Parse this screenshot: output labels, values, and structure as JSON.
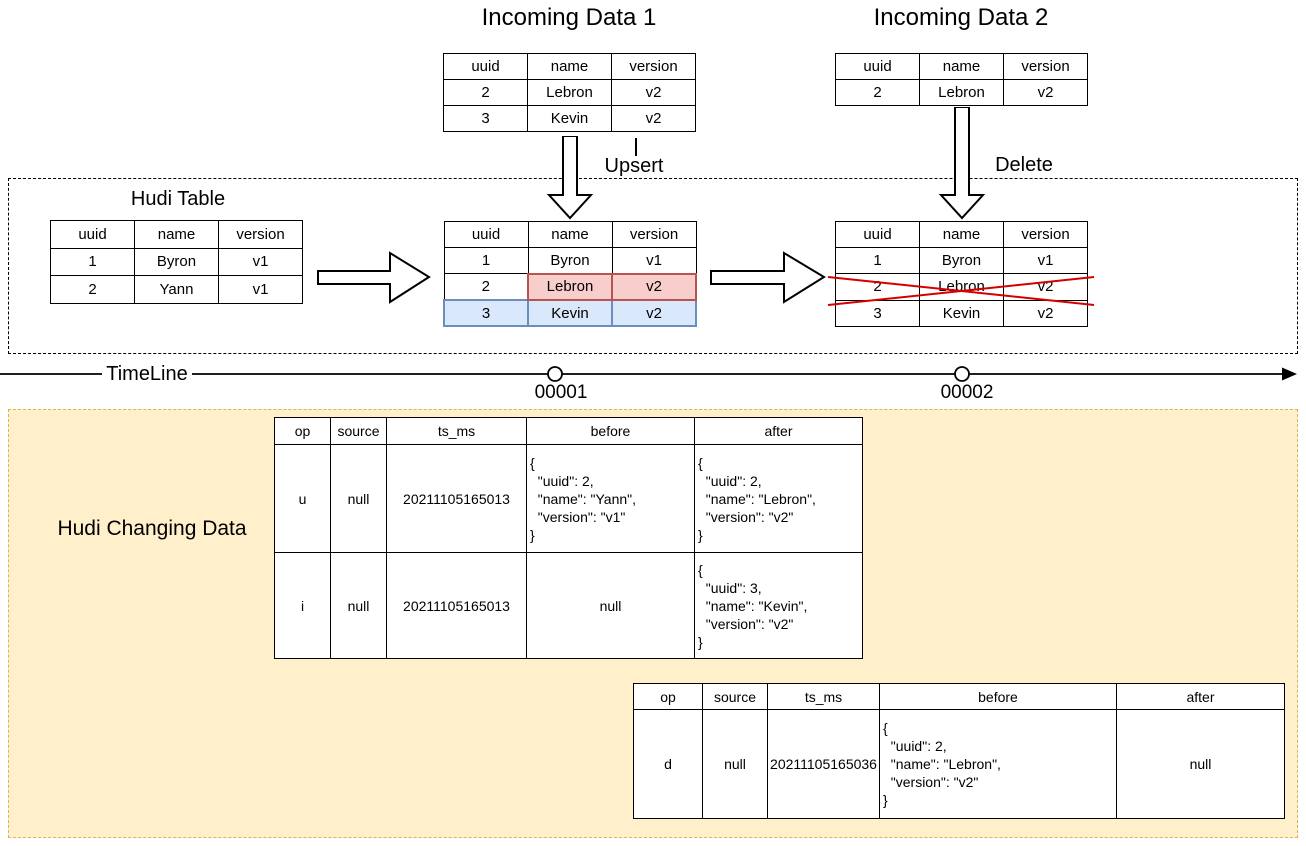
{
  "colors": {
    "highlight_update_fill": "#F8CECC",
    "highlight_update_stroke": "#B85450",
    "highlight_insert_fill": "#DAE8FC",
    "highlight_insert_stroke": "#6C8EBF",
    "panel_fill": "#FFEFCA",
    "panel_stroke": "#D6B656",
    "delete_cross": "#D40000"
  },
  "incoming1": {
    "title": "Incoming Data 1",
    "table": {
      "headers": [
        "uuid",
        "name",
        "version"
      ],
      "rows": [
        [
          "2",
          "Lebron",
          "v2"
        ],
        [
          "3",
          "Kevin",
          "v2"
        ]
      ]
    }
  },
  "incoming2": {
    "title": "Incoming Data 2",
    "table": {
      "headers": [
        "uuid",
        "name",
        "version"
      ],
      "rows": [
        [
          "2",
          "Lebron",
          "v2"
        ]
      ]
    }
  },
  "hudi_section": {
    "title": "Hudi Table",
    "upsert_label": "Upsert",
    "delete_label": "Delete",
    "initial_table": {
      "headers": [
        "uuid",
        "name",
        "version"
      ],
      "rows": [
        [
          "1",
          "Byron",
          "v1"
        ],
        [
          "2",
          "Yann",
          "v1"
        ]
      ]
    },
    "after_upsert_table": {
      "headers": [
        "uuid",
        "name",
        "version"
      ],
      "rows": [
        [
          "1",
          "Byron",
          "v1"
        ],
        [
          "2",
          "Lebron",
          "v2"
        ],
        [
          "3",
          "Kevin",
          "v2"
        ]
      ],
      "highlights": {
        "1": {
          "cols": [
            1,
            2
          ],
          "style": "update"
        },
        "2": {
          "cols": [
            0,
            1,
            2
          ],
          "style": "insert"
        }
      }
    },
    "after_delete_table": {
      "headers": [
        "uuid",
        "name",
        "version"
      ],
      "rows": [
        [
          "1",
          "Byron",
          "v1"
        ],
        [
          "2",
          "Lebron",
          "v2"
        ],
        [
          "3",
          "Kevin",
          "v2"
        ]
      ],
      "crossed_out_row": 1
    }
  },
  "timeline": {
    "label": "TimeLine",
    "markers": [
      "00001",
      "00002"
    ]
  },
  "changing_section": {
    "title": "Hudi Changing Data",
    "table1": {
      "headers": [
        "op",
        "source",
        "ts_ms",
        "before",
        "after"
      ],
      "rows": [
        [
          "u",
          "null",
          "20211105165013",
          "{\n  \"uuid\": 2,\n  \"name\": \"Yann\",\n  \"version\": \"v1\"\n}",
          "{\n  \"uuid\": 2,\n  \"name\": \"Lebron\",\n  \"version\": \"v2\"\n}"
        ],
        [
          "i",
          "null",
          "20211105165013",
          "null",
          "{\n  \"uuid\": 3,\n  \"name\": \"Kevin\",\n  \"version\": \"v2\"\n}"
        ]
      ]
    },
    "table2": {
      "headers": [
        "op",
        "source",
        "ts_ms",
        "before",
        "after"
      ],
      "rows": [
        [
          "d",
          "null",
          "20211105165036",
          "{\n  \"uuid\": 2,\n  \"name\": \"Lebron\",\n  \"version\": \"v2\"\n}",
          "null"
        ]
      ]
    }
  }
}
